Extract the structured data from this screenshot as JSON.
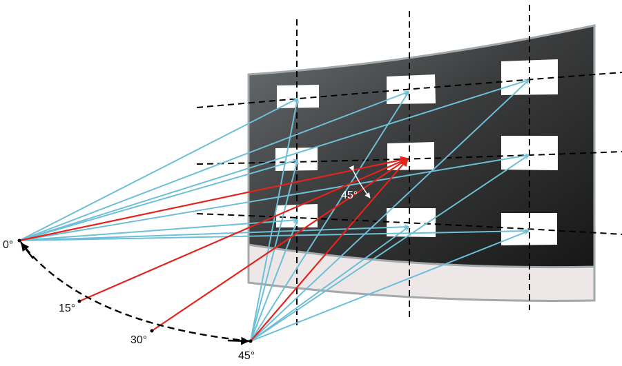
{
  "labels": {
    "angle_0": "0°",
    "angle_15": "15°",
    "angle_30": "30°",
    "angle_45": "45°",
    "inner_angle": "45°"
  },
  "colors": {
    "screen_dark": "#2a2a2a",
    "screen_light": "#666a6c",
    "screen_frame": "#a3a8ab",
    "screen_base": "#ede7e7",
    "target": "#ffffff",
    "ray_blue": "#6dbfd6",
    "ray_red": "#e4231b",
    "guide": "#000000"
  }
}
